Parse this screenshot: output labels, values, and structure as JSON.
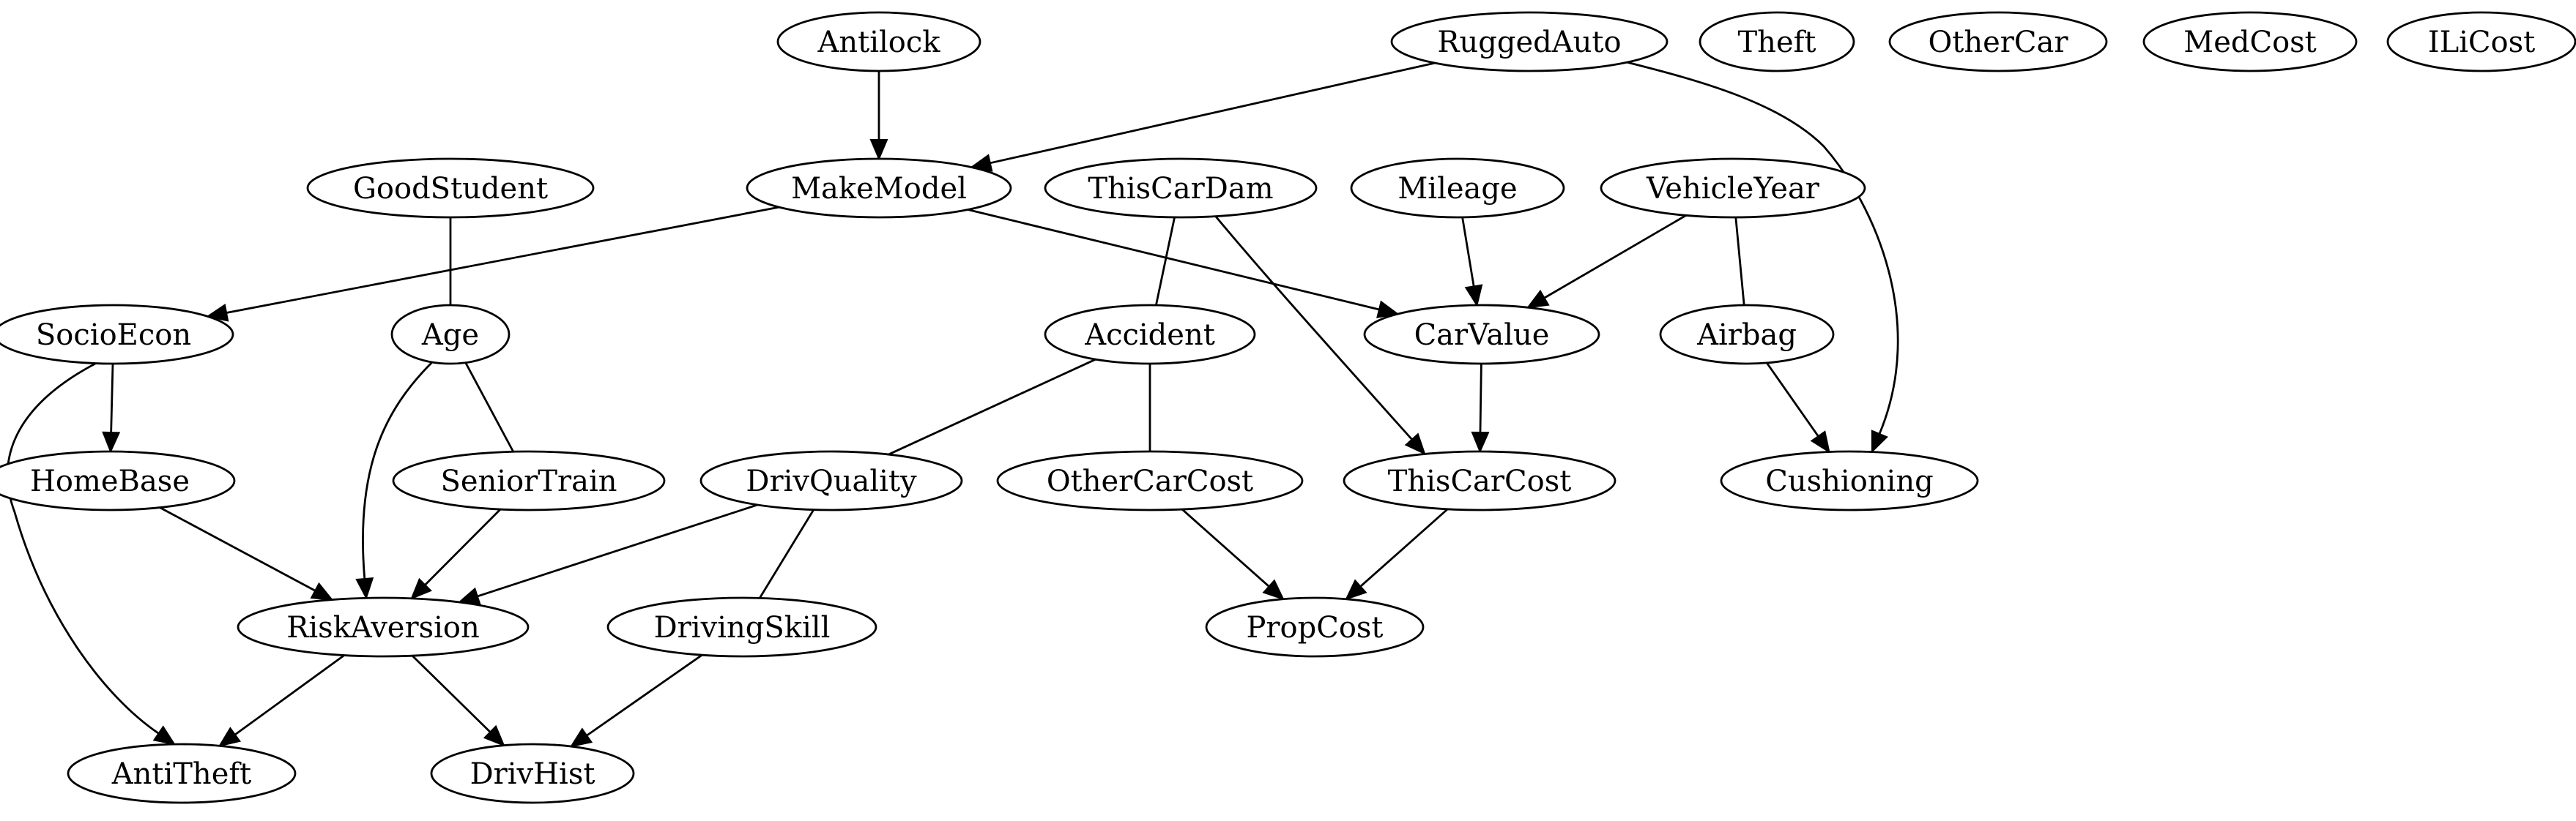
{
  "graph": {
    "nodes": [
      {
        "id": "Antilock",
        "label": "Antilock"
      },
      {
        "id": "RuggedAuto",
        "label": "RuggedAuto"
      },
      {
        "id": "Theft",
        "label": "Theft"
      },
      {
        "id": "OtherCar",
        "label": "OtherCar"
      },
      {
        "id": "MedCost",
        "label": "MedCost"
      },
      {
        "id": "ILiCost",
        "label": "ILiCost"
      },
      {
        "id": "GoodStudent",
        "label": "GoodStudent"
      },
      {
        "id": "MakeModel",
        "label": "MakeModel"
      },
      {
        "id": "ThisCarDam",
        "label": "ThisCarDam"
      },
      {
        "id": "Mileage",
        "label": "Mileage"
      },
      {
        "id": "VehicleYear",
        "label": "VehicleYear"
      },
      {
        "id": "SocioEcon",
        "label": "SocioEcon"
      },
      {
        "id": "Age",
        "label": "Age"
      },
      {
        "id": "Accident",
        "label": "Accident"
      },
      {
        "id": "CarValue",
        "label": "CarValue"
      },
      {
        "id": "Airbag",
        "label": "Airbag"
      },
      {
        "id": "HomeBase",
        "label": "HomeBase"
      },
      {
        "id": "SeniorTrain",
        "label": "SeniorTrain"
      },
      {
        "id": "DrivQuality",
        "label": "DrivQuality"
      },
      {
        "id": "OtherCarCost",
        "label": "OtherCarCost"
      },
      {
        "id": "ThisCarCost",
        "label": "ThisCarCost"
      },
      {
        "id": "Cushioning",
        "label": "Cushioning"
      },
      {
        "id": "RiskAversion",
        "label": "RiskAversion"
      },
      {
        "id": "DrivingSkill",
        "label": "DrivingSkill"
      },
      {
        "id": "PropCost",
        "label": "PropCost"
      },
      {
        "id": "AntiTheft",
        "label": "AntiTheft"
      },
      {
        "id": "DrivHist",
        "label": "DrivHist"
      }
    ],
    "edges": [
      {
        "from": "Antilock",
        "to": "MakeModel",
        "directed": true
      },
      {
        "from": "RuggedAuto",
        "to": "MakeModel",
        "directed": true
      },
      {
        "from": "RuggedAuto",
        "to": "Cushioning",
        "directed": true
      },
      {
        "from": "GoodStudent",
        "to": "Age",
        "directed": false
      },
      {
        "from": "MakeModel",
        "to": "SocioEcon",
        "directed": true
      },
      {
        "from": "MakeModel",
        "to": "CarValue",
        "directed": true
      },
      {
        "from": "ThisCarDam",
        "to": "Accident",
        "directed": false
      },
      {
        "from": "ThisCarDam",
        "to": "ThisCarCost",
        "directed": true
      },
      {
        "from": "Mileage",
        "to": "CarValue",
        "directed": true
      },
      {
        "from": "VehicleYear",
        "to": "CarValue",
        "directed": true
      },
      {
        "from": "VehicleYear",
        "to": "Airbag",
        "directed": false
      },
      {
        "from": "SocioEcon",
        "to": "HomeBase",
        "directed": true
      },
      {
        "from": "SocioEcon",
        "to": "AntiTheft",
        "directed": true
      },
      {
        "from": "Age",
        "to": "RiskAversion",
        "directed": true
      },
      {
        "from": "Age",
        "to": "SeniorTrain",
        "directed": false
      },
      {
        "from": "Accident",
        "to": "DrivQuality",
        "directed": false
      },
      {
        "from": "Accident",
        "to": "OtherCarCost",
        "directed": false
      },
      {
        "from": "CarValue",
        "to": "ThisCarCost",
        "directed": true
      },
      {
        "from": "Airbag",
        "to": "Cushioning",
        "directed": true
      },
      {
        "from": "HomeBase",
        "to": "RiskAversion",
        "directed": true
      },
      {
        "from": "SeniorTrain",
        "to": "RiskAversion",
        "directed": true
      },
      {
        "from": "DrivQuality",
        "to": "RiskAversion",
        "directed": true
      },
      {
        "from": "DrivQuality",
        "to": "DrivingSkill",
        "directed": false
      },
      {
        "from": "OtherCarCost",
        "to": "PropCost",
        "directed": true
      },
      {
        "from": "ThisCarCost",
        "to": "PropCost",
        "directed": true
      },
      {
        "from": "RiskAversion",
        "to": "AntiTheft",
        "directed": true
      },
      {
        "from": "RiskAversion",
        "to": "DrivHist",
        "directed": true
      },
      {
        "from": "DrivingSkill",
        "to": "DrivHist",
        "directed": true
      }
    ]
  }
}
